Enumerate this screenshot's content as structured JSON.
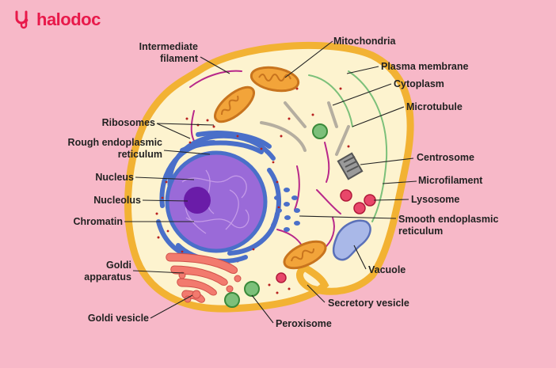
{
  "brand": {
    "name": "halodoc",
    "color": "#e8194a",
    "icon": "stethoscope-logo"
  },
  "colors": {
    "background": "#f7b8c8",
    "cell_membrane": "#f2b233",
    "cytoplasm": "#fdf3cf",
    "nucleus": "#9a6ad8",
    "nucleolus": "#6a1ca8",
    "endoplasmic_reticulum": "#4a6fc9",
    "mitochondria": "#f2a43a",
    "golgi": "#f27a6e",
    "lysosome": "#e8476a",
    "vacuole": "#a9b8e8",
    "peroxisome": "#7cc07a"
  },
  "labels": {
    "intermediate_filament": [
      "Intermediate",
      "filament"
    ],
    "mitochondria": "Mitochondria",
    "plasma_membrane": "Plasma membrane",
    "cytoplasm": "Cytoplasm",
    "microtubule": "Microtubule",
    "ribosomes": "Ribosomes",
    "rough_er": [
      "Rough endoplasmic",
      "reticulum"
    ],
    "centrosome": "Centrosome",
    "microfilament": "Microfilament",
    "nucleus": "Nucleus",
    "lysosome": "Lysosome",
    "nucleolus": "Nucleolus",
    "smooth_er": [
      "Smooth endoplasmic",
      "reticulum"
    ],
    "chromatin": "Chromatin",
    "vacuole": "Vacuole",
    "golgi_apparatus": [
      "Goldi",
      "apparatus"
    ],
    "secretory_vesicle": "Secretory vesicle",
    "golgi_vesicle": "Goldi vesicle",
    "peroxisome": "Peroxisome"
  }
}
